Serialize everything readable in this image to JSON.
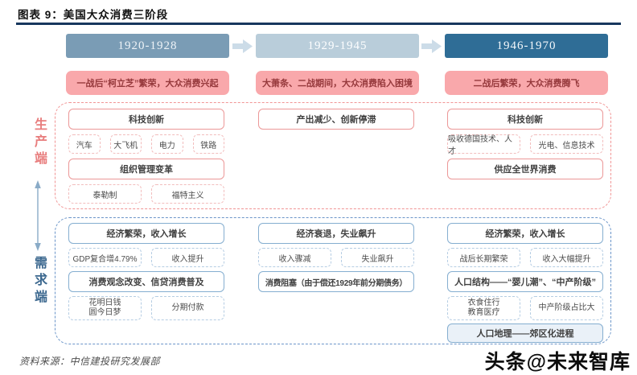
{
  "header": {
    "title": "图表 9：美国大众消费三阶段"
  },
  "side_labels": {
    "production": "生产端",
    "demand": "需求端"
  },
  "stages": [
    {
      "period": "1920-1928",
      "summary": "一战后“柯立芝”繁荣，大众消费兴起"
    },
    {
      "period": "1929-1945",
      "summary": "大萧条、二战期间，大众消费陷入困境"
    },
    {
      "period": "1946-1970",
      "summary": "二战后繁荣，大众消费腾飞"
    }
  ],
  "production": {
    "col1": {
      "head1": "科技创新",
      "items1": [
        "汽车",
        "大飞机",
        "电力",
        "铁路"
      ],
      "head2": "组织管理变革",
      "items2": [
        "泰勒制",
        "福特主义"
      ]
    },
    "col2": {
      "head1": "产出减少、创新停滞"
    },
    "col3": {
      "head1": "科技创新",
      "items1": [
        "吸收德国技术、人才",
        "光电、信息技术"
      ],
      "head2": "供应全世界消费"
    }
  },
  "demand": {
    "col1": {
      "head1": "经济繁荣，收入增长",
      "items1": [
        "GDP复合增4.79%",
        "收入提升"
      ],
      "head2": "消费观念改变、信贷消费普及",
      "items2": [
        "花明日钱\n圆今日梦",
        "分期付款"
      ]
    },
    "col2": {
      "head1": "经济衰退，失业飙升",
      "items1": [
        "收入骤减",
        "失业飙升"
      ],
      "head2": "消费阻塞（由于偿还1929年前分期债务）"
    },
    "col3": {
      "head1": "经济繁荣，收入增长",
      "items1": [
        "战后长期繁荣",
        "收入大幅提升"
      ],
      "head2": "人口结构——“婴儿潮”、“中产阶级”",
      "items2": [
        "衣食住行\n教育医疗",
        "中产阶级占比大"
      ],
      "head3": "人口地理——郊区化进程"
    }
  },
  "footer": {
    "source": "资料来源：中信建投研究发展部",
    "watermark": "头条@未来智库"
  },
  "colors": {
    "title_rule": "#17375e",
    "stage_bar_1": "#7a9cb5",
    "stage_bar_2": "#b9cdda",
    "stage_bar_3": "#2f6d96",
    "summary_bg": "#f9a8ab",
    "summary_text": "#96393c",
    "production_accent": "#ec9898",
    "demand_accent": "#6b95c9",
    "production_label": "#e87d7d",
    "demand_label": "#3c688f"
  }
}
